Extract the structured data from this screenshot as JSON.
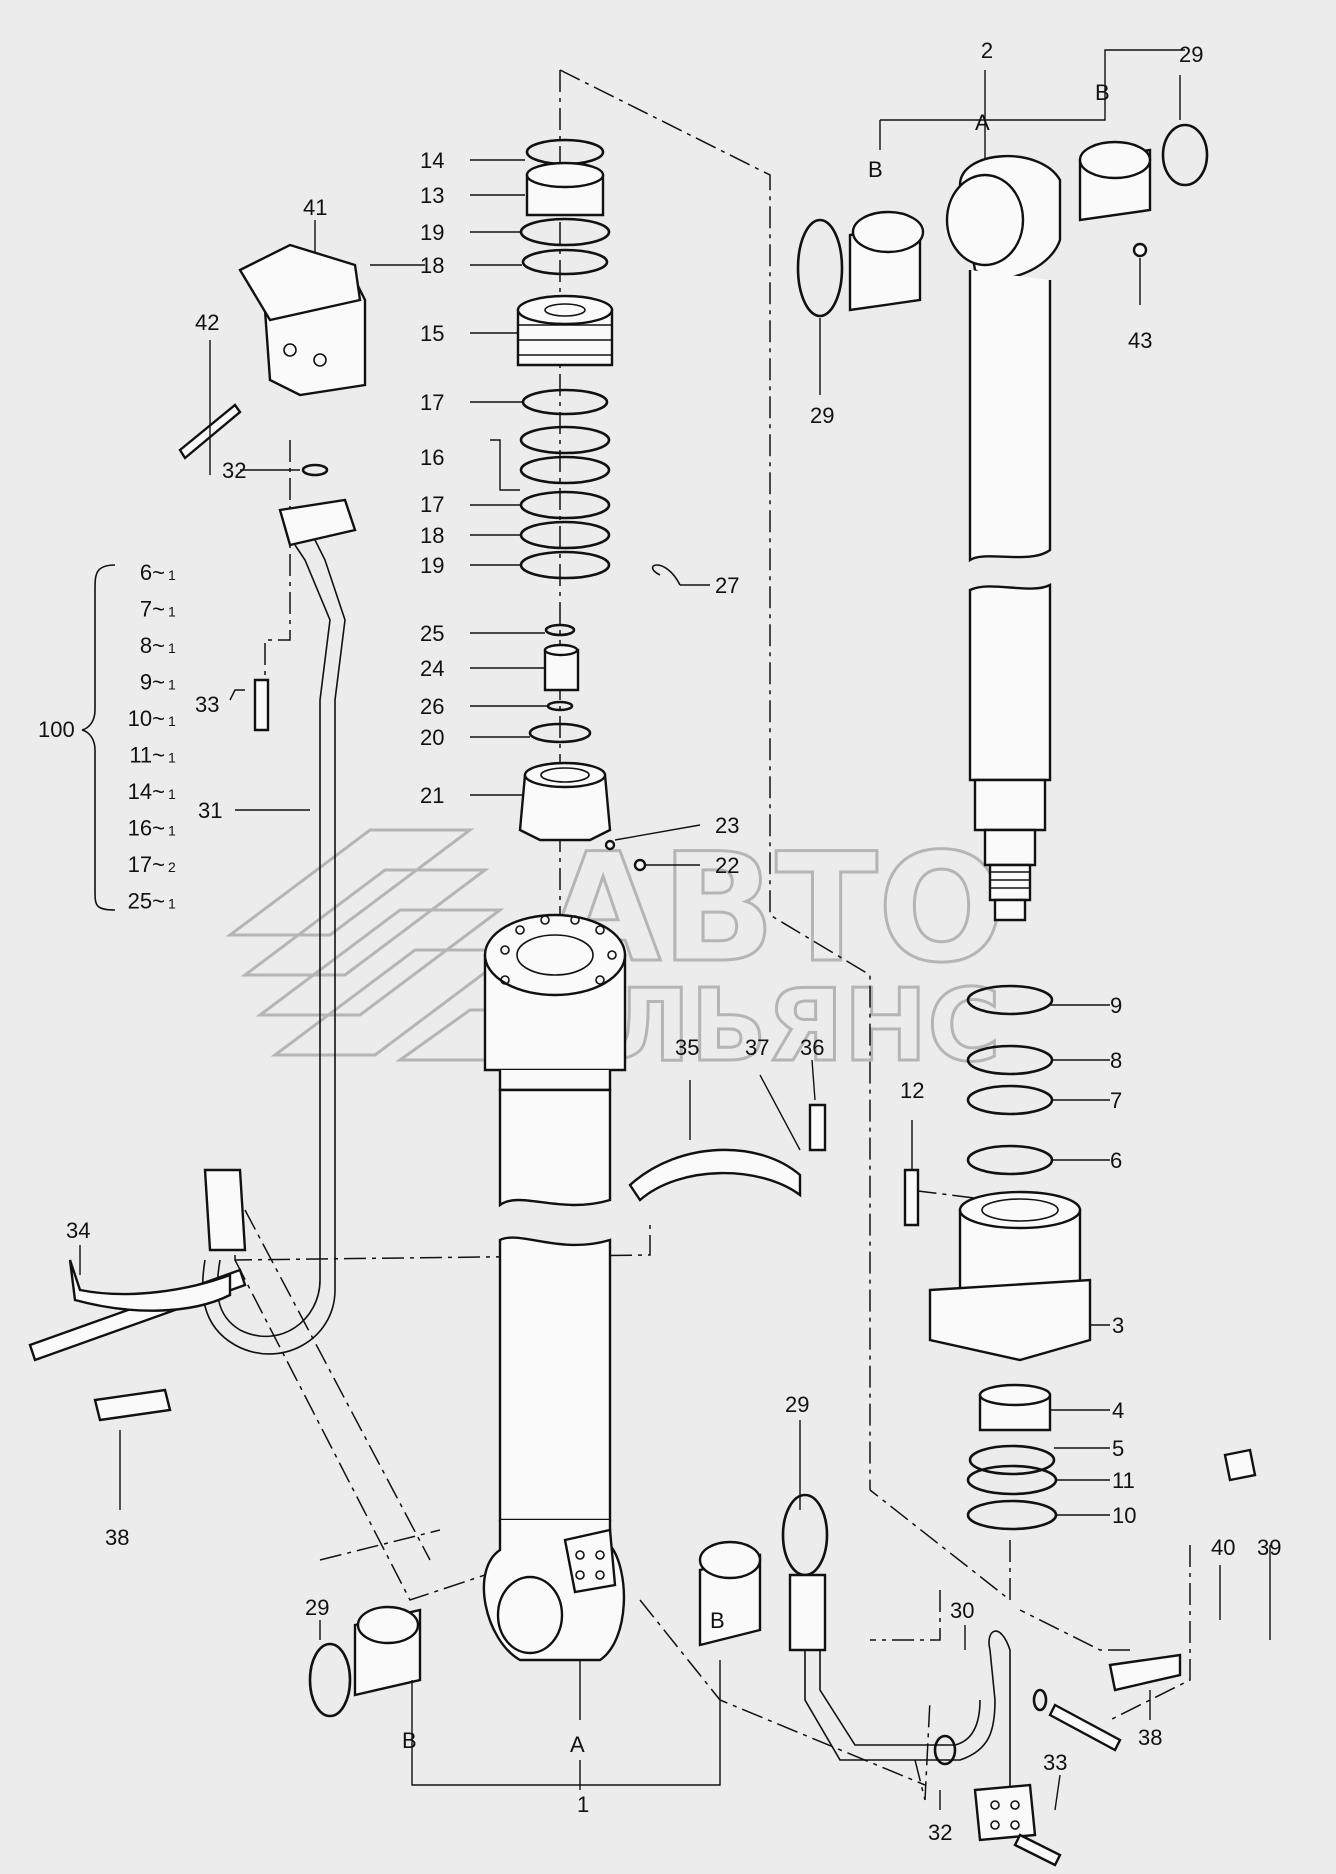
{
  "watermark": {
    "line1": "АВТО",
    "line2": "АЛЬЯНС"
  },
  "part_labels": {
    "p1": "1",
    "p2": "2",
    "p3": "3",
    "p4": "4",
    "p5": "5",
    "p6": "6",
    "p7": "7",
    "p8": "8",
    "p9": "9",
    "p10": "10",
    "p11": "11",
    "p12": "12",
    "p13": "13",
    "p14": "14",
    "p15": "15",
    "p16": "16",
    "p17a": "17",
    "p17b": "17",
    "p18a": "18",
    "p18b": "18",
    "p18c": "18",
    "p19a": "19",
    "p19b": "19",
    "p20": "20",
    "p21": "21",
    "p22": "22",
    "p23": "23",
    "p24": "24",
    "p25": "25",
    "p26": "26",
    "p27": "27",
    "p29a": "29",
    "p29b": "29",
    "p29c": "29",
    "p29d": "29",
    "p30": "30",
    "p31": "31",
    "p32a": "32",
    "p32b": "32",
    "p33a": "33",
    "p33b": "33",
    "p34": "34",
    "p35": "35",
    "p36": "36",
    "p37": "37",
    "p38a": "38",
    "p38b": "38",
    "p39": "39",
    "p40": "40",
    "p41": "41",
    "p42": "42",
    "p43": "43"
  },
  "letter_labels": {
    "a_top": "A",
    "b_top_left": "B",
    "b_top_right": "B",
    "a_bottom": "A",
    "b_bottom_left": "B",
    "b_bottom_right": "B"
  },
  "kit": {
    "number": "100",
    "items": [
      {
        "part": "6",
        "qty": "1"
      },
      {
        "part": "7",
        "qty": "1"
      },
      {
        "part": "8",
        "qty": "1"
      },
      {
        "part": "9",
        "qty": "1"
      },
      {
        "part": "10",
        "qty": "1"
      },
      {
        "part": "11",
        "qty": "1"
      },
      {
        "part": "14",
        "qty": "1"
      },
      {
        "part": "16",
        "qty": "1"
      },
      {
        "part": "17",
        "qty": "2"
      },
      {
        "part": "25",
        "qty": "1"
      }
    ]
  }
}
